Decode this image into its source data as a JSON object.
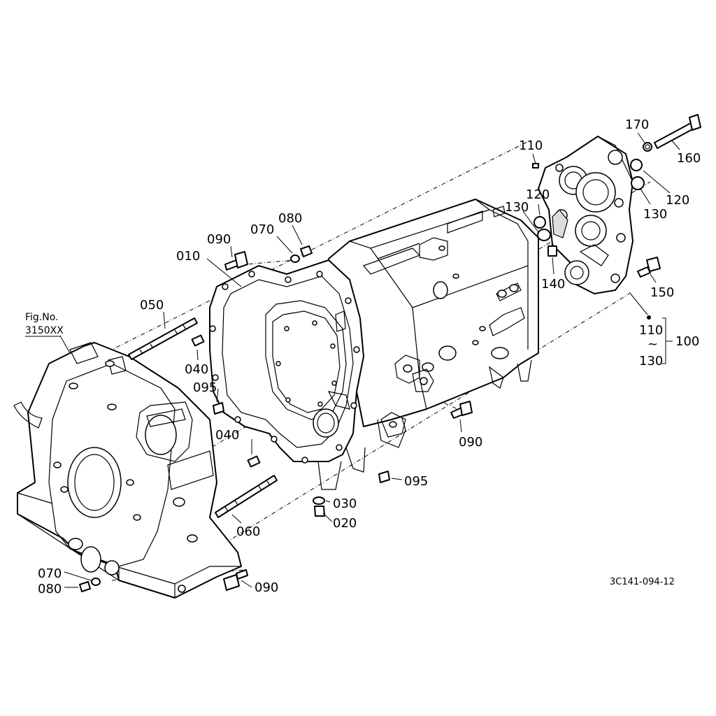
{
  "figure_ref": {
    "line1": "Fig.No.",
    "line2": "3150XX"
  },
  "drawing_code": "3C141-094-12",
  "callouts": {
    "c010": "010",
    "c020": "020",
    "c030": "030",
    "c040_upper": "040",
    "c040_lower": "040",
    "c050": "050",
    "c060": "060",
    "c070_top": "070",
    "c070_bottom": "070",
    "c080_top": "080",
    "c080_bottom": "080",
    "c090_top": "090",
    "c090_right": "090",
    "c090_bottom": "090",
    "c095_left": "095",
    "c095_right": "095",
    "c100": "100",
    "c110_top": "110",
    "c110_group": "110",
    "c120_left": "120",
    "c120_right": "120",
    "c130_left": "130",
    "c130_right": "130",
    "c130_group": "130",
    "c140": "140",
    "c150": "150",
    "c160": "160",
    "c170": "170",
    "range_sign": "~"
  },
  "colors": {
    "line": "#000000",
    "background": "#ffffff"
  }
}
